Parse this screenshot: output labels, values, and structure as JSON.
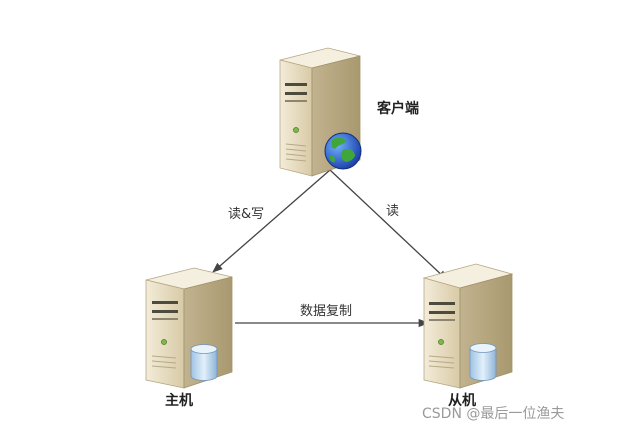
{
  "nodes": {
    "client": {
      "label": "客户端"
    },
    "master": {
      "label": "主机"
    },
    "slave": {
      "label": "从机"
    }
  },
  "edges": {
    "client_to_master": {
      "label": "读&写"
    },
    "client_to_slave": {
      "label": "读"
    },
    "master_to_slave": {
      "label": "数据复制"
    }
  },
  "watermark": "CSDN @最后一位渔夫",
  "colors": {
    "server_body": "#e6dcc2",
    "server_side": "#b9aa86",
    "server_top": "#f2ebd8",
    "arrow": "#444444",
    "database": "#bcd8ee"
  }
}
